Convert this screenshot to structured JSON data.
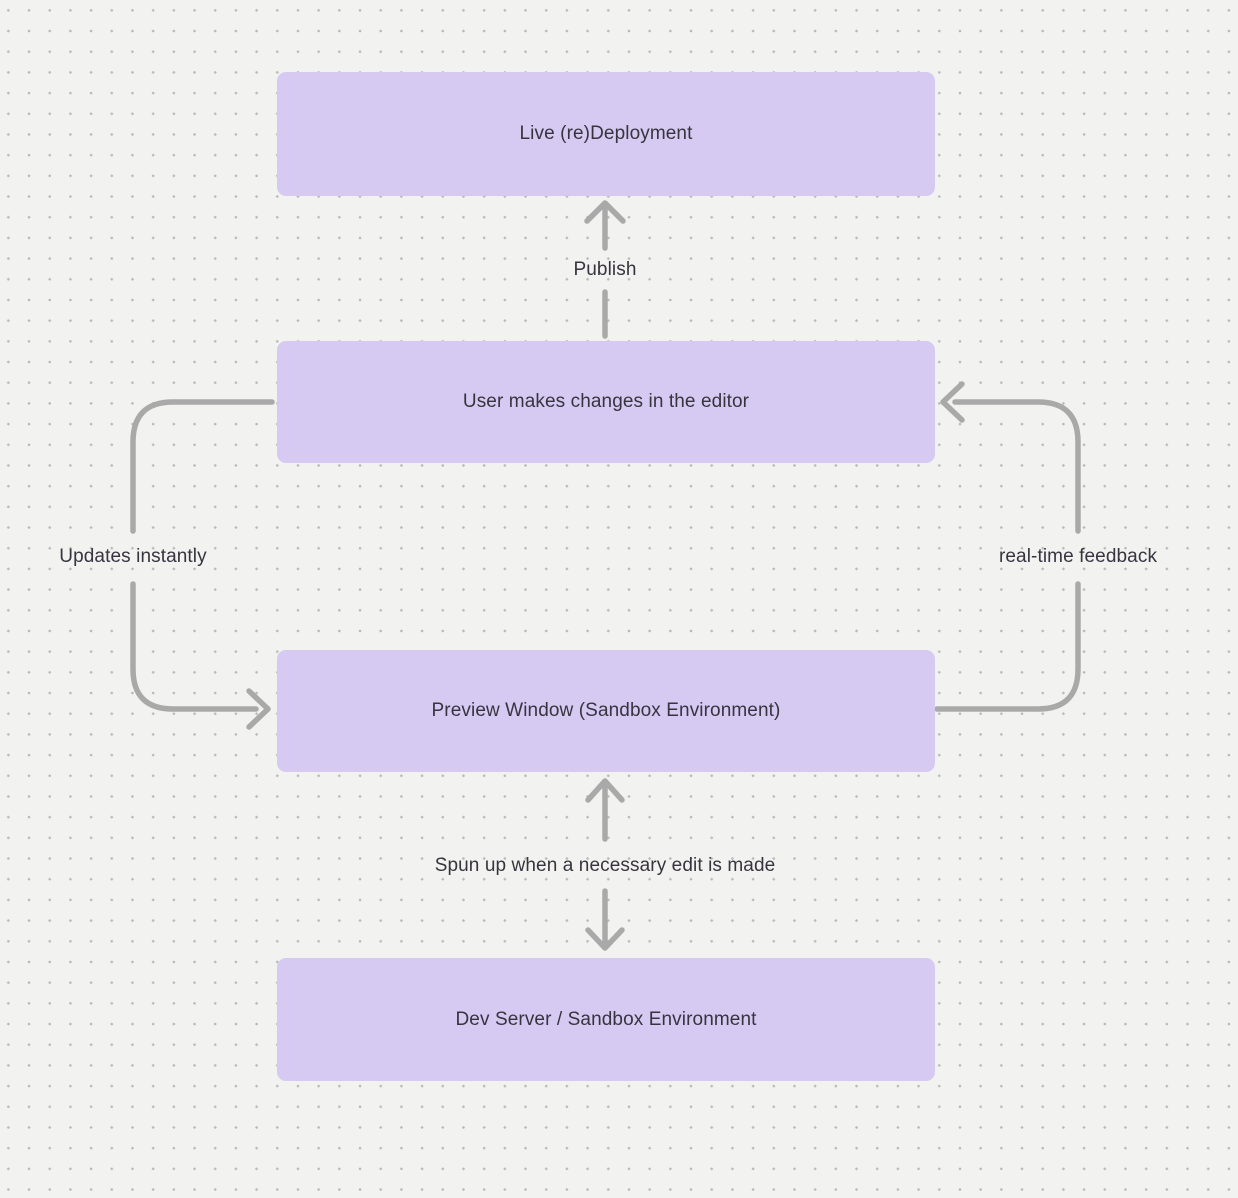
{
  "diagram": {
    "type": "flowchart",
    "background_color": "#f2f2f0",
    "grid_dot_color": "#b9b9b7",
    "node_fill_color": "#d6caf2",
    "text_color": "#38343f",
    "arrow_color": "#a9a9a9",
    "nodes": [
      {
        "id": "live-deployment",
        "label": "Live (re)Deployment"
      },
      {
        "id": "user-editor",
        "label": "User makes changes in the editor"
      },
      {
        "id": "preview-window",
        "label": "Preview Window (Sandbox Environment)"
      },
      {
        "id": "dev-server",
        "label": "Dev Server / Sandbox Environment"
      }
    ],
    "edges": [
      {
        "id": "publish",
        "from": "user-editor",
        "to": "live-deployment",
        "label": "Publish",
        "direction": "up"
      },
      {
        "id": "updates-instantly",
        "from": "user-editor",
        "to": "preview-window",
        "label": "Updates instantly",
        "direction": "left-side-down"
      },
      {
        "id": "real-time-feedback",
        "from": "preview-window",
        "to": "user-editor",
        "label": "real-time feedback",
        "direction": "right-side-up"
      },
      {
        "id": "spun-up",
        "from": "preview-window",
        "to": "dev-server",
        "label": "Spun up when a necessary edit is made",
        "direction": "bidirectional"
      }
    ]
  }
}
